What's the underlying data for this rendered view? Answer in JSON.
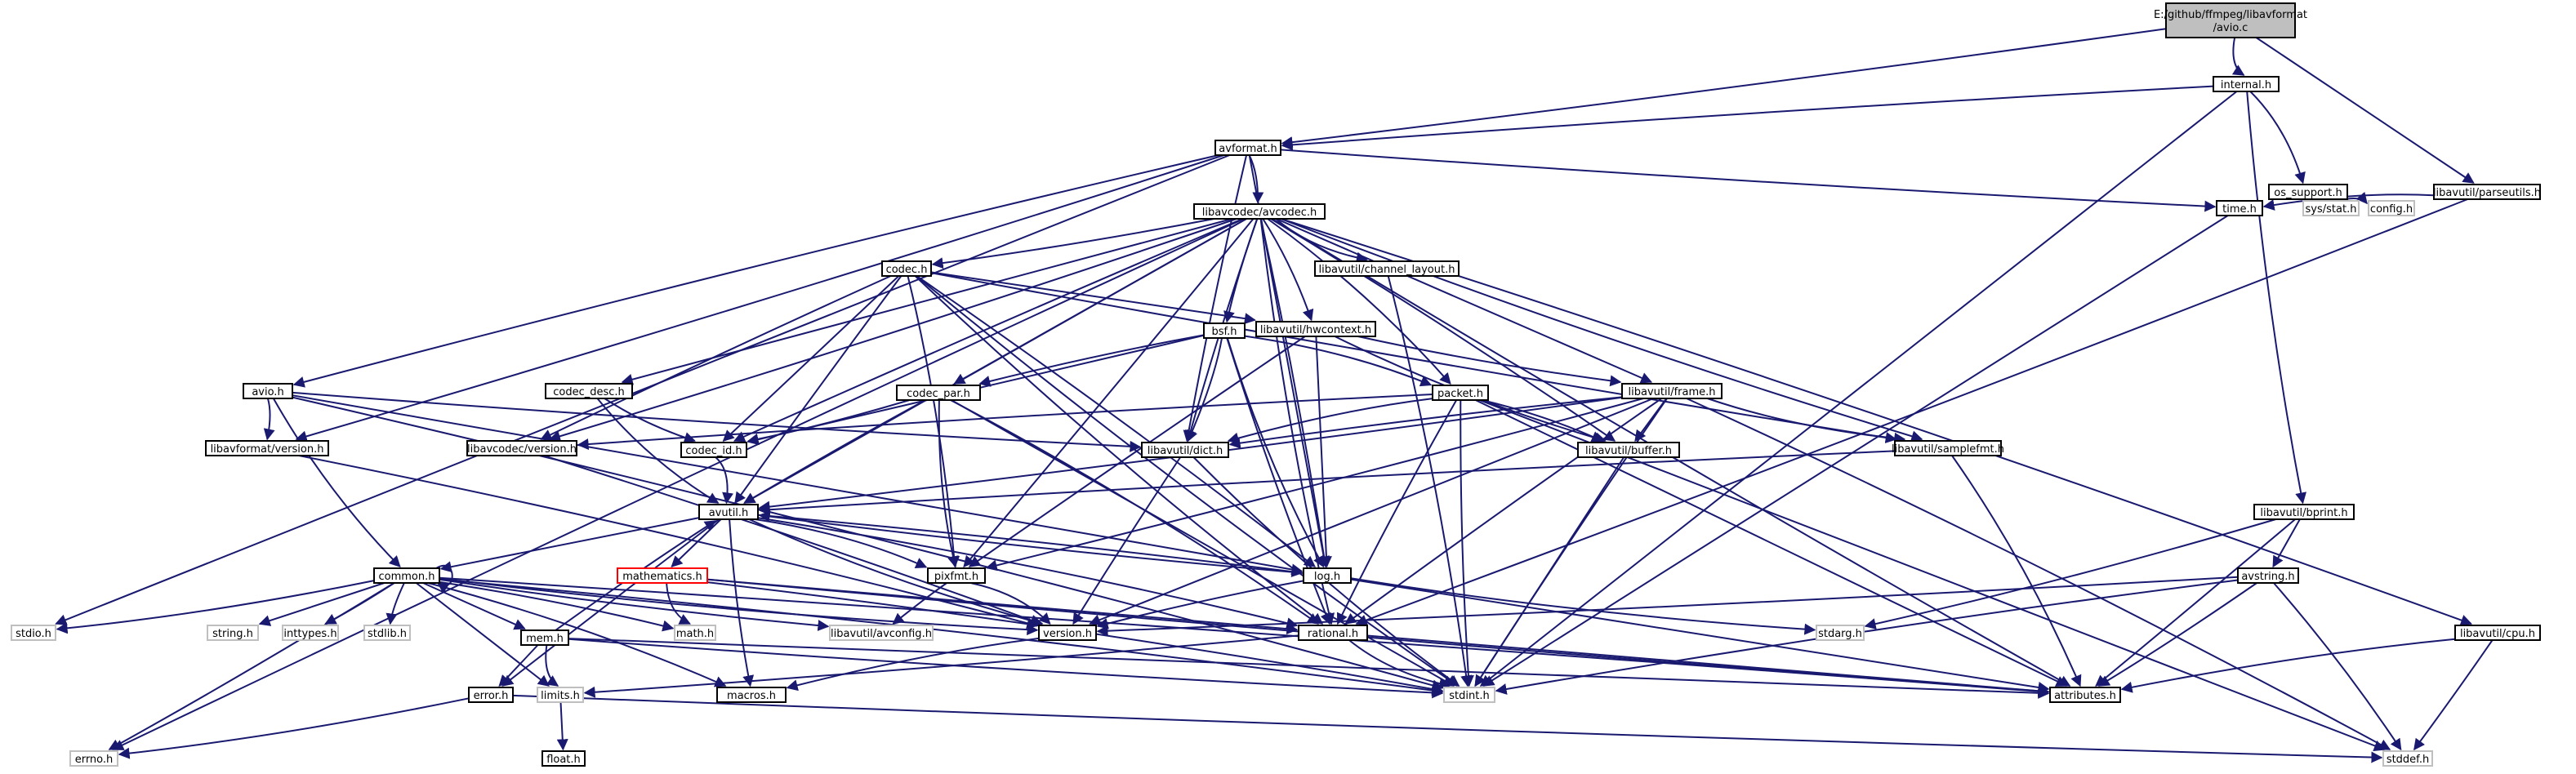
{
  "graph": {
    "nodes": [
      {
        "id": "root",
        "label": [
          "E:/github/ffmpeg/libavformat",
          "/avio.c"
        ],
        "style": "root"
      },
      {
        "id": "internal",
        "label": [
          "internal.h"
        ],
        "style": "doc"
      },
      {
        "id": "avformat",
        "label": [
          "avformat.h"
        ],
        "style": "doc"
      },
      {
        "id": "parseutils",
        "label": [
          "libavutil/parseutils.h"
        ],
        "style": "doc"
      },
      {
        "id": "os_support",
        "label": [
          "os_support.h"
        ],
        "style": "doc"
      },
      {
        "id": "time",
        "label": [
          "time.h"
        ],
        "style": "doc"
      },
      {
        "id": "sysstat",
        "label": [
          "sys/stat.h"
        ],
        "style": "sys"
      },
      {
        "id": "config",
        "label": [
          "config.h"
        ],
        "style": "sys"
      },
      {
        "id": "avcodec",
        "label": [
          "libavcodec/avcodec.h"
        ],
        "style": "doc"
      },
      {
        "id": "channel_layout",
        "label": [
          "libavutil/channel_layout.h"
        ],
        "style": "doc"
      },
      {
        "id": "codec",
        "label": [
          "codec.h"
        ],
        "style": "doc"
      },
      {
        "id": "bsf",
        "label": [
          "bsf.h"
        ],
        "style": "doc"
      },
      {
        "id": "hwcontext",
        "label": [
          "libavutil/hwcontext.h"
        ],
        "style": "doc"
      },
      {
        "id": "avio",
        "label": [
          "avio.h"
        ],
        "style": "doc"
      },
      {
        "id": "codec_desc",
        "label": [
          "codec_desc.h"
        ],
        "style": "doc"
      },
      {
        "id": "codec_par",
        "label": [
          "codec_par.h"
        ],
        "style": "doc"
      },
      {
        "id": "packet",
        "label": [
          "packet.h"
        ],
        "style": "doc"
      },
      {
        "id": "frame",
        "label": [
          "libavutil/frame.h"
        ],
        "style": "doc"
      },
      {
        "id": "lavfversion",
        "label": [
          "libavformat/version.h"
        ],
        "style": "doc"
      },
      {
        "id": "lavcversion",
        "label": [
          "libavcodec/version.h"
        ],
        "style": "doc"
      },
      {
        "id": "codec_id",
        "label": [
          "codec_id.h"
        ],
        "style": "doc"
      },
      {
        "id": "dict",
        "label": [
          "libavutil/dict.h"
        ],
        "style": "doc"
      },
      {
        "id": "buffer",
        "label": [
          "libavutil/buffer.h"
        ],
        "style": "doc"
      },
      {
        "id": "samplefmt",
        "label": [
          "libavutil/samplefmt.h"
        ],
        "style": "doc"
      },
      {
        "id": "bprint",
        "label": [
          "libavutil/bprint.h"
        ],
        "style": "doc"
      },
      {
        "id": "avutil",
        "label": [
          "avutil.h"
        ],
        "style": "doc"
      },
      {
        "id": "common",
        "label": [
          "common.h"
        ],
        "style": "doc"
      },
      {
        "id": "mathematics",
        "label": [
          "mathematics.h"
        ],
        "style": "red"
      },
      {
        "id": "pixfmt",
        "label": [
          "pixfmt.h"
        ],
        "style": "doc"
      },
      {
        "id": "log",
        "label": [
          "log.h"
        ],
        "style": "doc"
      },
      {
        "id": "avstring",
        "label": [
          "avstring.h"
        ],
        "style": "doc"
      },
      {
        "id": "stdio",
        "label": [
          "stdio.h"
        ],
        "style": "sys"
      },
      {
        "id": "string",
        "label": [
          "string.h"
        ],
        "style": "sys"
      },
      {
        "id": "inttypes",
        "label": [
          "inttypes.h"
        ],
        "style": "sys"
      },
      {
        "id": "stdlib",
        "label": [
          "stdlib.h"
        ],
        "style": "sys"
      },
      {
        "id": "math",
        "label": [
          "math.h"
        ],
        "style": "sys"
      },
      {
        "id": "avconfig",
        "label": [
          "libavutil/avconfig.h"
        ],
        "style": "sys"
      },
      {
        "id": "version",
        "label": [
          "version.h"
        ],
        "style": "doc"
      },
      {
        "id": "rational",
        "label": [
          "rational.h"
        ],
        "style": "doc"
      },
      {
        "id": "stdarg",
        "label": [
          "stdarg.h"
        ],
        "style": "sys"
      },
      {
        "id": "cpu",
        "label": [
          "libavutil/cpu.h"
        ],
        "style": "doc"
      },
      {
        "id": "mem",
        "label": [
          "mem.h"
        ],
        "style": "doc"
      },
      {
        "id": "error",
        "label": [
          "error.h"
        ],
        "style": "doc"
      },
      {
        "id": "limits",
        "label": [
          "limits.h"
        ],
        "style": "sys"
      },
      {
        "id": "macros",
        "label": [
          "macros.h"
        ],
        "style": "doc"
      },
      {
        "id": "stdint",
        "label": [
          "stdint.h"
        ],
        "style": "sys"
      },
      {
        "id": "attributes",
        "label": [
          "attributes.h"
        ],
        "style": "doc"
      },
      {
        "id": "float",
        "label": [
          "float.h"
        ],
        "style": "doc"
      },
      {
        "id": "errno",
        "label": [
          "errno.h"
        ],
        "style": "sys"
      },
      {
        "id": "stddef",
        "label": [
          "stddef.h"
        ],
        "style": "sys"
      }
    ],
    "edges": [
      [
        "root",
        "internal"
      ],
      [
        "root",
        "avformat"
      ],
      [
        "root",
        "parseutils"
      ],
      [
        "internal",
        "avformat"
      ],
      [
        "internal",
        "os_support"
      ],
      [
        "internal",
        "bprint"
      ],
      [
        "internal",
        "stdint"
      ],
      [
        "os_support",
        "sysstat"
      ],
      [
        "os_support",
        "config"
      ],
      [
        "parseutils",
        "time"
      ],
      [
        "parseutils",
        "rational"
      ],
      [
        "avformat",
        "time"
      ],
      [
        "avformat",
        "stdio"
      ],
      [
        "avformat",
        "avcodec"
      ],
      [
        "avformat",
        "avio"
      ],
      [
        "avformat",
        "lavfversion"
      ],
      [
        "avformat",
        "dict"
      ],
      [
        "avformat",
        "log"
      ],
      [
        "time",
        "stdint"
      ],
      [
        "avcodec",
        "errno"
      ],
      [
        "avcodec",
        "samplefmt"
      ],
      [
        "avcodec",
        "attributes"
      ],
      [
        "avcodec",
        "avutil"
      ],
      [
        "avcodec",
        "buffer"
      ],
      [
        "avcodec",
        "cpu"
      ],
      [
        "avcodec",
        "channel_layout"
      ],
      [
        "avcodec",
        "dict"
      ],
      [
        "avcodec",
        "frame"
      ],
      [
        "avcodec",
        "log"
      ],
      [
        "avcodec",
        "pixfmt"
      ],
      [
        "avcodec",
        "rational"
      ],
      [
        "avcodec",
        "codec"
      ],
      [
        "avcodec",
        "codec_desc"
      ],
      [
        "avcodec",
        "codec_id"
      ],
      [
        "avcodec",
        "packet"
      ],
      [
        "avcodec",
        "lavcversion"
      ],
      [
        "avcodec",
        "bsf"
      ],
      [
        "avcodec",
        "codec_par"
      ],
      [
        "avcodec",
        "hwcontext"
      ],
      [
        "channel_layout",
        "stdint"
      ],
      [
        "codec",
        "stdint"
      ],
      [
        "codec",
        "avutil"
      ],
      [
        "codec",
        "hwcontext"
      ],
      [
        "codec",
        "log"
      ],
      [
        "codec",
        "pixfmt"
      ],
      [
        "codec",
        "rational"
      ],
      [
        "codec",
        "samplefmt"
      ],
      [
        "codec",
        "codec_id"
      ],
      [
        "codec",
        "lavcversion"
      ],
      [
        "bsf",
        "dict"
      ],
      [
        "bsf",
        "log"
      ],
      [
        "bsf",
        "rational"
      ],
      [
        "bsf",
        "codec_id"
      ],
      [
        "bsf",
        "codec_par"
      ],
      [
        "bsf",
        "packet"
      ],
      [
        "hwcontext",
        "buffer"
      ],
      [
        "hwcontext",
        "frame"
      ],
      [
        "hwcontext",
        "log"
      ],
      [
        "hwcontext",
        "pixfmt"
      ],
      [
        "avio",
        "stdint"
      ],
      [
        "avio",
        "common"
      ],
      [
        "avio",
        "dict"
      ],
      [
        "avio",
        "log"
      ],
      [
        "avio",
        "lavfversion"
      ],
      [
        "lavfversion",
        "version"
      ],
      [
        "codec_desc",
        "avutil"
      ],
      [
        "codec_desc",
        "codec_id"
      ],
      [
        "codec_par",
        "stdint"
      ],
      [
        "codec_par",
        "avutil"
      ],
      [
        "codec_par",
        "rational"
      ],
      [
        "codec_par",
        "pixfmt"
      ],
      [
        "codec_par",
        "codec_id"
      ],
      [
        "packet",
        "attributes"
      ],
      [
        "packet",
        "buffer"
      ],
      [
        "packet",
        "dict"
      ],
      [
        "packet",
        "rational"
      ],
      [
        "packet",
        "stdint"
      ],
      [
        "packet",
        "stddef"
      ],
      [
        "packet",
        "lavcversion"
      ],
      [
        "frame",
        "stddef"
      ],
      [
        "frame",
        "stdint"
      ],
      [
        "frame",
        "avutil"
      ],
      [
        "frame",
        "buffer"
      ],
      [
        "frame",
        "dict"
      ],
      [
        "frame",
        "rational"
      ],
      [
        "frame",
        "samplefmt"
      ],
      [
        "frame",
        "pixfmt"
      ],
      [
        "frame",
        "version"
      ],
      [
        "lavcversion",
        "version"
      ],
      [
        "codec_id",
        "avutil"
      ],
      [
        "dict",
        "stdint"
      ],
      [
        "dict",
        "version"
      ],
      [
        "buffer",
        "stdint"
      ],
      [
        "samplefmt",
        "avutil"
      ],
      [
        "samplefmt",
        "attributes"
      ],
      [
        "bprint",
        "stdarg"
      ],
      [
        "bprint",
        "attributes"
      ],
      [
        "bprint",
        "avstring"
      ],
      [
        "avstring",
        "stddef"
      ],
      [
        "avstring",
        "stdint"
      ],
      [
        "avstring",
        "attributes"
      ],
      [
        "avstring",
        "version"
      ],
      [
        "avutil",
        "common"
      ],
      [
        "avutil",
        "error"
      ],
      [
        "avutil",
        "rational"
      ],
      [
        "avutil",
        "version"
      ],
      [
        "avutil",
        "macros"
      ],
      [
        "avutil",
        "mathematics"
      ],
      [
        "avutil",
        "log"
      ],
      [
        "avutil",
        "pixfmt"
      ],
      [
        "common",
        "errno"
      ],
      [
        "common",
        "inttypes"
      ],
      [
        "common",
        "limits"
      ],
      [
        "common",
        "math"
      ],
      [
        "common",
        "stdint"
      ],
      [
        "common",
        "stdio"
      ],
      [
        "common",
        "stdlib"
      ],
      [
        "common",
        "string"
      ],
      [
        "common",
        "attributes"
      ],
      [
        "common",
        "macros"
      ],
      [
        "common",
        "version"
      ],
      [
        "common",
        "avconfig"
      ],
      [
        "common",
        "mem"
      ],
      [
        "common",
        "common"
      ],
      [
        "mathematics",
        "stdint"
      ],
      [
        "mathematics",
        "math"
      ],
      [
        "mathematics",
        "attributes"
      ],
      [
        "mathematics",
        "rational"
      ],
      [
        "pixfmt",
        "avconfig"
      ],
      [
        "pixfmt",
        "version"
      ],
      [
        "log",
        "stdarg"
      ],
      [
        "log",
        "avutil"
      ],
      [
        "log",
        "attributes"
      ],
      [
        "log",
        "version"
      ],
      [
        "version",
        "macros"
      ],
      [
        "rational",
        "stdint"
      ],
      [
        "rational",
        "limits"
      ],
      [
        "rational",
        "attributes"
      ],
      [
        "cpu",
        "stddef"
      ],
      [
        "cpu",
        "attributes"
      ],
      [
        "mem",
        "limits"
      ],
      [
        "mem",
        "stdint"
      ],
      [
        "mem",
        "attributes"
      ],
      [
        "mem",
        "error"
      ],
      [
        "mem",
        "avutil"
      ],
      [
        "error",
        "errno"
      ],
      [
        "error",
        "stddef"
      ],
      [
        "limits",
        "float"
      ]
    ]
  }
}
